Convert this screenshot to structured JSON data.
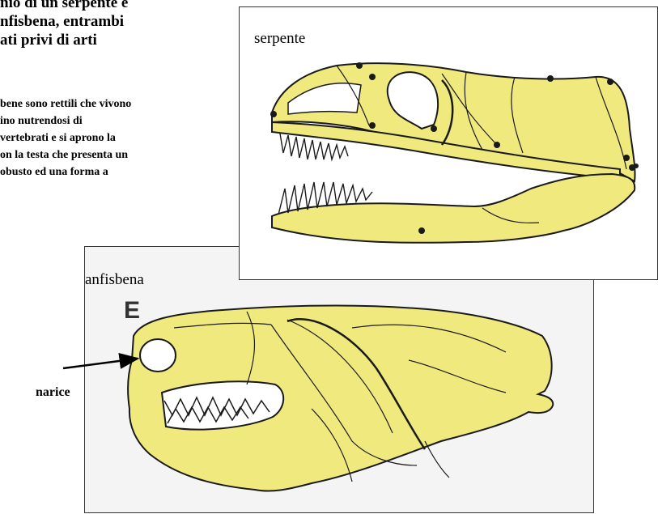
{
  "heading": {
    "lines": [
      "",
      "nio di un serpente  e",
      "nfisbena, entrambi",
      "ati privi di arti"
    ]
  },
  "paragraph": {
    "lines": [
      "bene sono rettili che vivono",
      "ino nutrendosi di",
      "vertebrati e si aprono la",
      "on la testa che presenta un",
      "obusto ed una forma a"
    ]
  },
  "figures": {
    "snake": {
      "label": "serpente"
    },
    "amphisbaena": {
      "label": "anfisbena",
      "letter": "E"
    },
    "annotation": {
      "label": "narice"
    }
  },
  "colors": {
    "bone": "#f0ea7e",
    "outline": "#1a1a1a"
  }
}
